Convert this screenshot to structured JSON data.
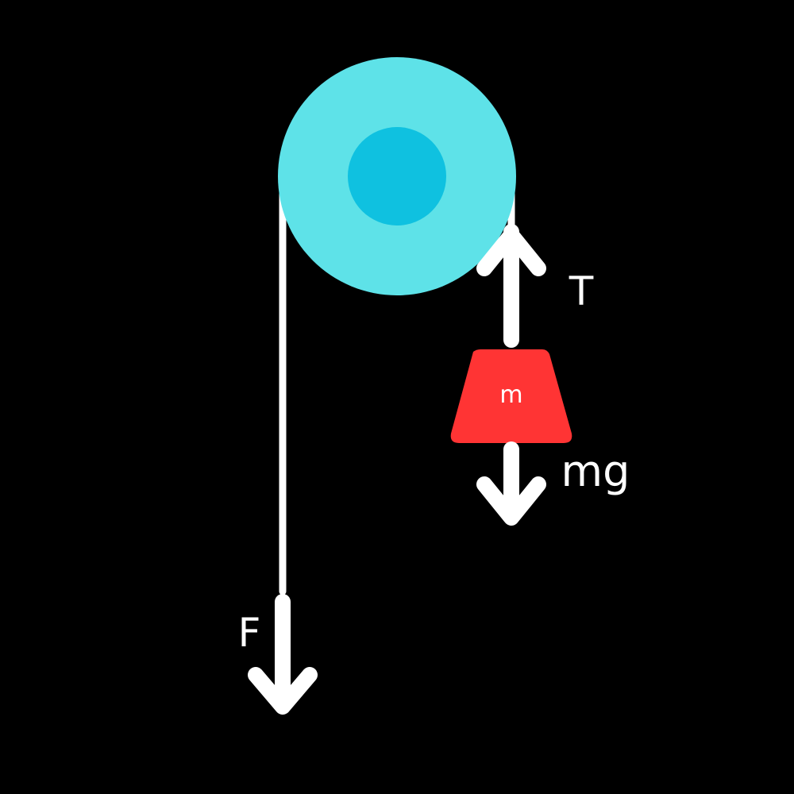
{
  "diagram": {
    "labels": {
      "tension": "T",
      "weight": "mg",
      "applied_force": "F",
      "mass": "m"
    },
    "colors": {
      "background": "#000000",
      "pulley_outer": "#5ee2e8",
      "pulley_inner": "#0fc1e0",
      "rope": "#ffffff",
      "arrow": "#ffffff",
      "mass_block": "#ff3434",
      "text": "#ffffff"
    },
    "icons": {
      "pulley": "pulley-wheel-icon",
      "tension_arrow": "arrow-up-icon",
      "weight_arrow": "arrow-down-icon",
      "force_arrow": "arrow-down-icon"
    }
  }
}
